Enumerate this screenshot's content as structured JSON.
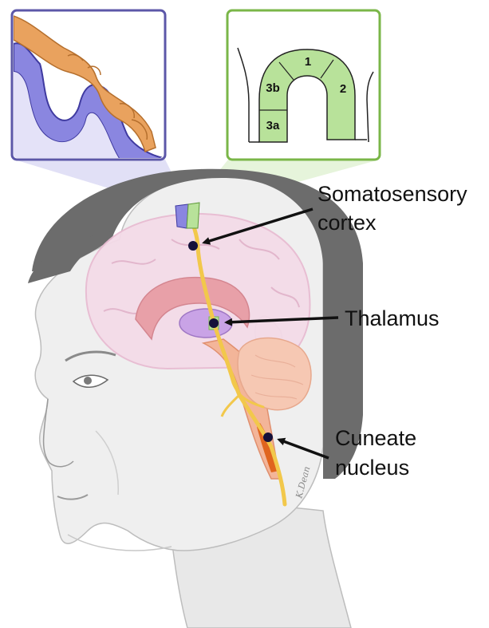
{
  "labels": {
    "somatosensory_line1": "Somatosensory",
    "somatosensory_line2": "cortex",
    "thalamus": "Thalamus",
    "cuneate_line1": "Cuneate",
    "cuneate_line2": "nucleus"
  },
  "inset_areas": [
    "1",
    "2",
    "3a",
    "3b"
  ],
  "signature": "K.Dean",
  "colors": {
    "inset_left_border": "#5c57a8",
    "inset_right_border": "#7ab648",
    "cortex_purple": "#8a86e0",
    "skin_orange": "#e9a25e",
    "cortex_green": "#b8e29a",
    "pathway_yellow": "#f2c84b",
    "brain_pink": "#f3d5e3",
    "hair_gray": "#6e6e6e",
    "skin_gray": "#ededed",
    "nucleus_dot": "#15113a",
    "brainstem_orange": "#f0a98a"
  }
}
